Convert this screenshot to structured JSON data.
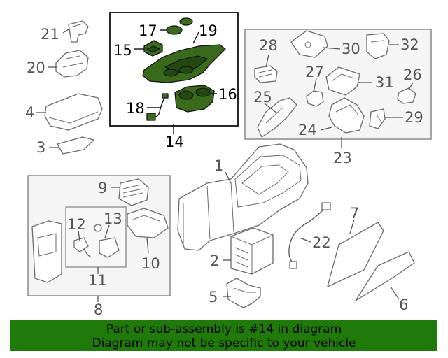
{
  "diagram": {
    "callouts": {
      "c1": "1",
      "c2": "2",
      "c3": "3",
      "c4": "4",
      "c5": "5",
      "c6": "6",
      "c7": "7",
      "c8": "8",
      "c9": "9",
      "c10": "10",
      "c11": "11",
      "c12": "12",
      "c13": "13",
      "c14": "14",
      "c15": "15",
      "c16": "16",
      "c17": "17",
      "c18": "18",
      "c19": "19",
      "c20": "20",
      "c21": "21",
      "c22": "22",
      "c23": "23",
      "c24": "24",
      "c25": "25",
      "c26": "26",
      "c27": "27",
      "c28": "28",
      "c29": "29",
      "c30": "30",
      "c31": "31",
      "c32": "32"
    },
    "highlighted_part": "14",
    "highlight_color": "#3a6b1c"
  },
  "banner": {
    "line1": "Part or sub-assembly is #14 in diagram",
    "line2": "Diagram may not be specific to your vehicle",
    "background": "#1f7a0a"
  }
}
